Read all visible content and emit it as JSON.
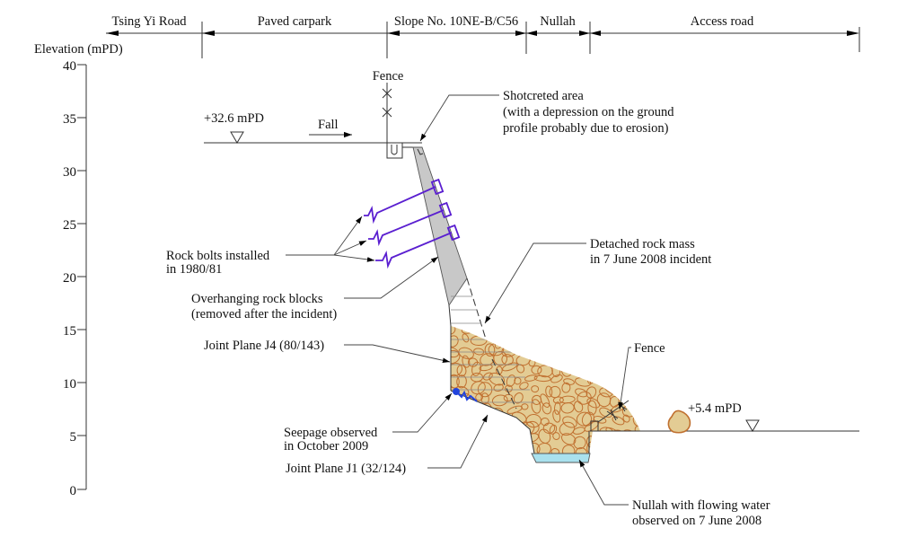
{
  "header_zones": [
    {
      "label": "Tsing Yi Road"
    },
    {
      "label": "Paved carpark"
    },
    {
      "label": "Slope No. 10NE-B/C56"
    },
    {
      "label": "Nullah"
    },
    {
      "label": "Access road"
    }
  ],
  "axis": {
    "title": "Elevation (mPD)",
    "ticks": [
      "40",
      "35",
      "30",
      "25",
      "20",
      "15",
      "10",
      "5",
      "0"
    ]
  },
  "levels": {
    "top": "+32.6 mPD",
    "bottom": "+5.4  mPD"
  },
  "labels": {
    "fall": "Fall",
    "fence_top": "Fence",
    "fence_bottom": "Fence",
    "shotcrete": [
      "Shotcreted area",
      "(with a depression on the ground",
      "profile probably due to erosion)"
    ],
    "rock_bolts": [
      "Rock bolts installed",
      "in 1980/81"
    ],
    "overhanging": [
      "Overhanging rock blocks",
      "(removed after the incident)"
    ],
    "detached": [
      "Detached rock mass",
      "in 7 June 2008 incident"
    ],
    "joint_j4": "Joint Plane J4 (80/143)",
    "seepage": [
      "Seepage observed",
      "in October 2009"
    ],
    "joint_j1": "Joint Plane J1 (32/124)",
    "nullah": [
      "Nullah with flowing water",
      "observed on 7 June 2008"
    ]
  },
  "colors": {
    "debris_fill": "#e3cc94",
    "debris_outline": "#c07030",
    "rock_block": "#c8c8c8",
    "bolt": "#5a1fd0",
    "water": "#a9e1ee",
    "seepage": "#2244dd"
  }
}
